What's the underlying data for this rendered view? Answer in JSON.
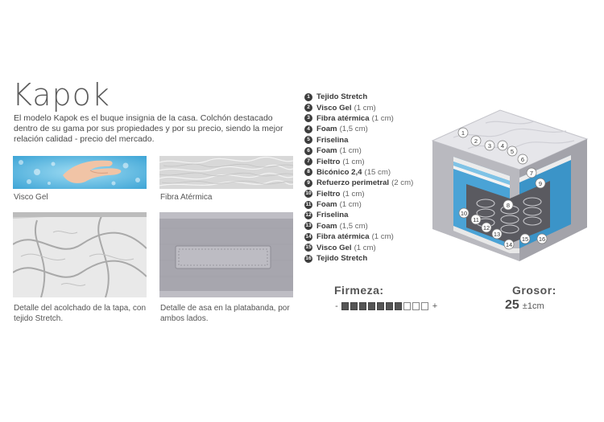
{
  "product": {
    "name": "Kapok",
    "description": "El modelo Kapok es el buque insignia de la casa. Colchón destacado dentro de su gama por sus propiedades y por su precio, siendo la mejor relación calidad - precio del mercado."
  },
  "gallery": [
    {
      "caption": "Visco Gel",
      "icon": "visco-gel-photo"
    },
    {
      "caption": "Fibra Atérmica",
      "icon": "fiber-photo"
    },
    {
      "caption": "Detalle del acolchado de la tapa, con tejido Stretch.",
      "icon": "quilted-top-photo"
    },
    {
      "caption": "Detalle de asa en la platabanda, por ambos lados.",
      "icon": "handle-photo"
    }
  ],
  "layers": [
    {
      "n": "1",
      "name": "Tejido Stretch",
      "size": ""
    },
    {
      "n": "2",
      "name": "Visco Gel",
      "size": "(1 cm)"
    },
    {
      "n": "3",
      "name": "Fibra atérmica",
      "size": "(1 cm)"
    },
    {
      "n": "4",
      "name": "Foam",
      "size": "(1,5 cm)"
    },
    {
      "n": "5",
      "name": "Friselina",
      "size": ""
    },
    {
      "n": "6",
      "name": "Foam",
      "size": "(1 cm)"
    },
    {
      "n": "7",
      "name": "Fieltro",
      "size": "(1 cm)"
    },
    {
      "n": "8",
      "name": "Bicónico 2,4",
      "size": "(15 cm)"
    },
    {
      "n": "9",
      "name": "Refuerzo perimetral",
      "size": "(2 cm)"
    },
    {
      "n": "10",
      "name": "Fieltro",
      "size": "(1 cm)"
    },
    {
      "n": "11",
      "name": "Foam",
      "size": "(1 cm)"
    },
    {
      "n": "12",
      "name": "Friselina",
      "size": ""
    },
    {
      "n": "13",
      "name": "Foam",
      "size": "(1,5 cm)"
    },
    {
      "n": "14",
      "name": "Fibra atérmica",
      "size": "(1 cm)"
    },
    {
      "n": "15",
      "name": "Visco Gel",
      "size": "(1 cm)"
    },
    {
      "n": "16",
      "name": "Tejido Stretch",
      "size": ""
    }
  ],
  "cutaway_labels": [
    "1",
    "2",
    "3",
    "4",
    "5",
    "6",
    "7",
    "8",
    "9",
    "10",
    "11",
    "12",
    "13",
    "14",
    "15",
    "16"
  ],
  "firmness": {
    "label": "Firmeza:",
    "minus": "-",
    "plus": "+",
    "level": 7,
    "max": 10
  },
  "thickness": {
    "label": "Grosor:",
    "value": "25",
    "tolerance": "±1cm"
  },
  "colors": {
    "foam_blue": "#4aa3d6",
    "fabric_grey": "#b9b9bd",
    "badge": "#3d3d3d"
  }
}
